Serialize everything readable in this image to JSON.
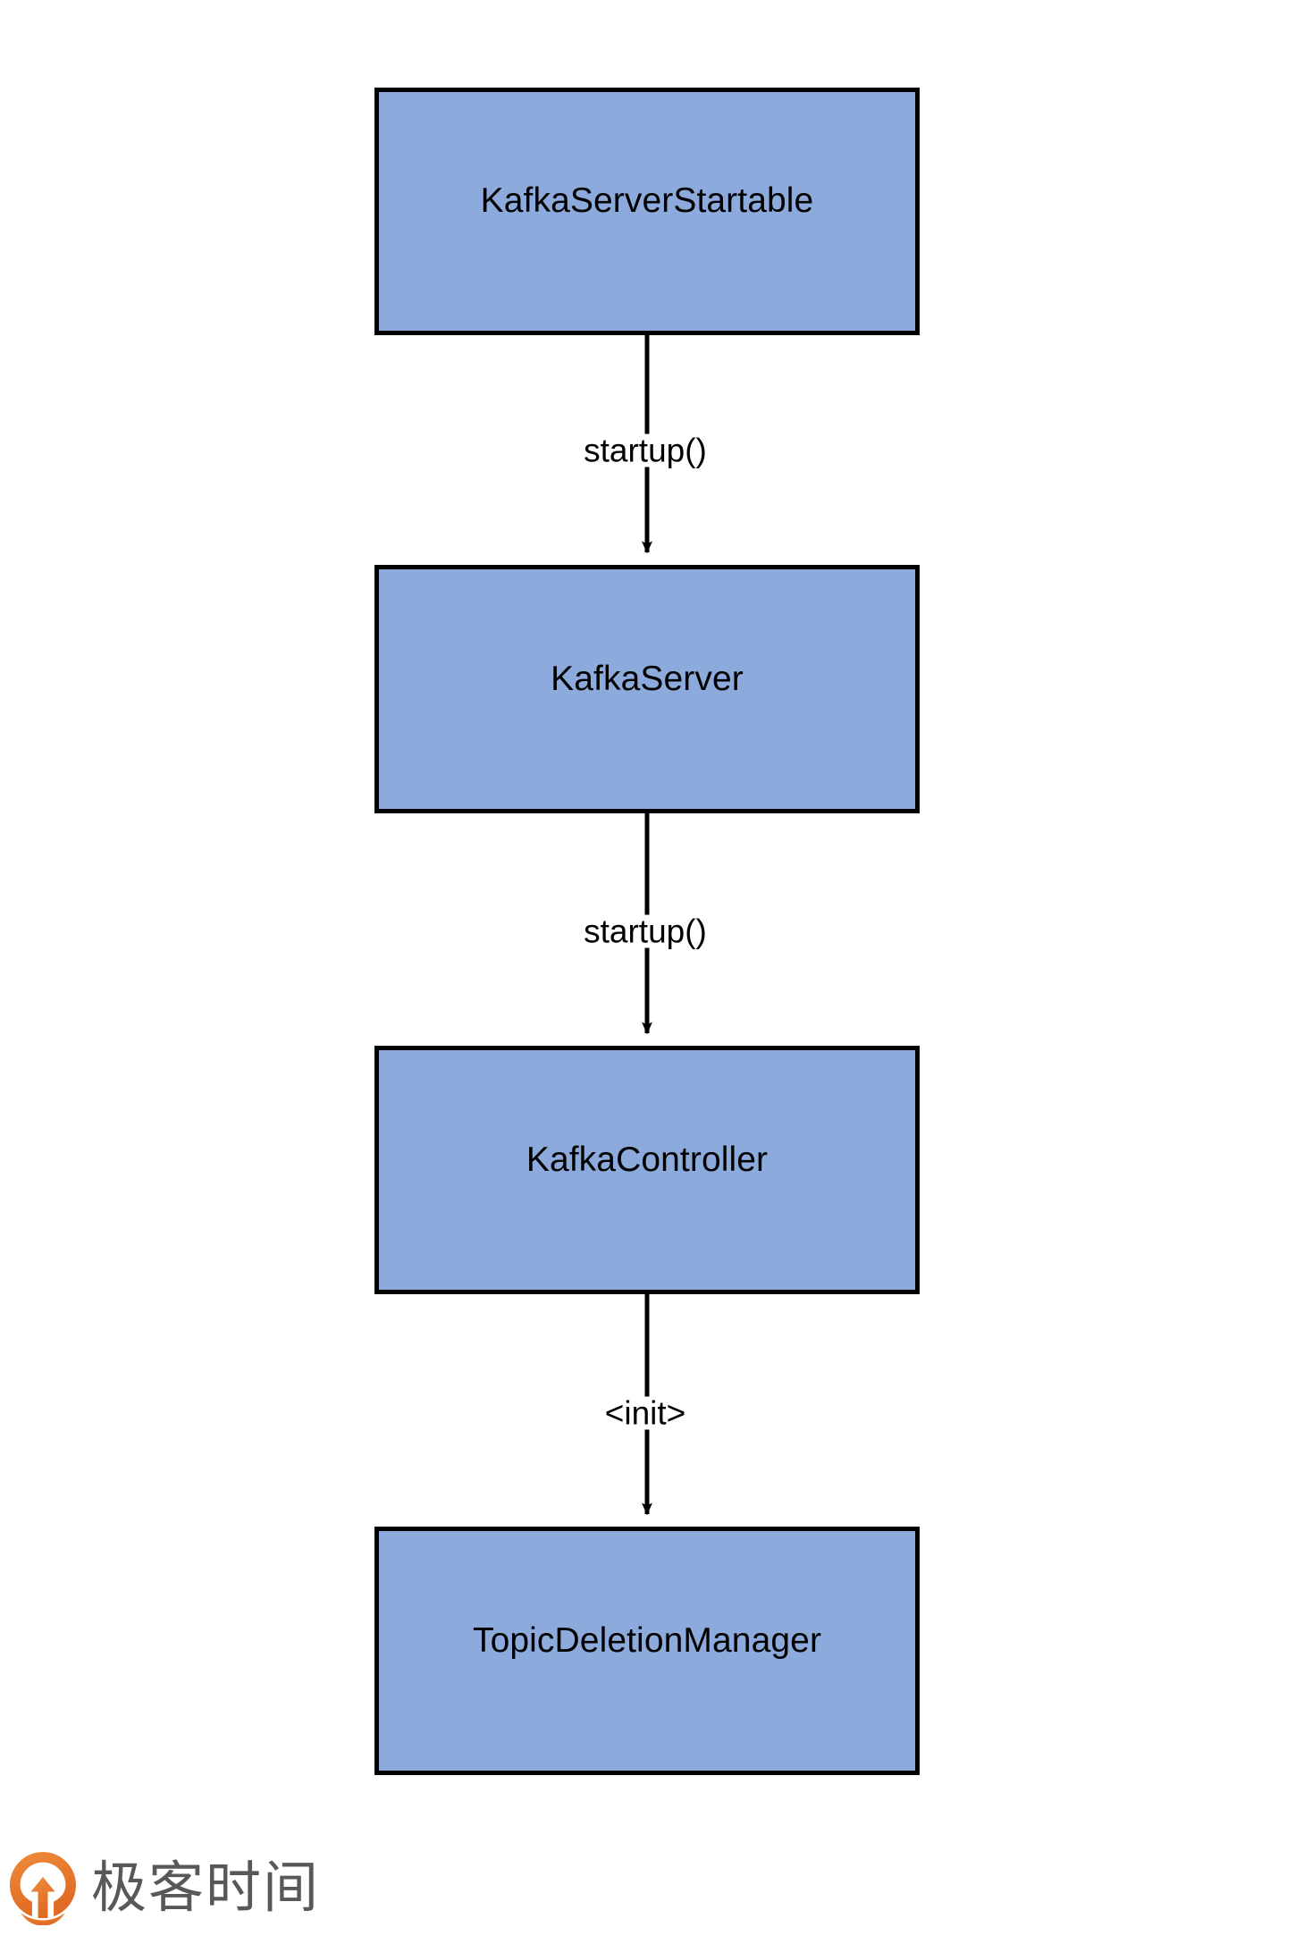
{
  "diagram": {
    "type": "flowchart",
    "orientation": "top-to-bottom",
    "background_color": "#FFFFFF",
    "node_fill_color": "#8CABDC",
    "node_border_color": "#000000",
    "edge_color": "#000000",
    "text_color": "#000000",
    "nodes": [
      {
        "id": "kafkaserverstartable",
        "label": "KafkaServerStartable"
      },
      {
        "id": "kafkaserver",
        "label": "KafkaServer"
      },
      {
        "id": "kafkacontroller",
        "label": "KafkaController"
      },
      {
        "id": "topicdeletionmanager",
        "label": "TopicDeletionManager"
      }
    ],
    "edges": [
      {
        "id": "edge-1",
        "from": "kafkaserverstartable",
        "to": "kafkaserver",
        "label": "startup()"
      },
      {
        "id": "edge-2",
        "from": "kafkaserver",
        "to": "kafkacontroller",
        "label": "startup()"
      },
      {
        "id": "edge-3",
        "from": "kafkacontroller",
        "to": "topicdeletionmanager",
        "label": "<init>"
      }
    ]
  },
  "watermark": {
    "text": "极客时间",
    "logo_color": "#E8762C",
    "text_color": "#595757"
  }
}
